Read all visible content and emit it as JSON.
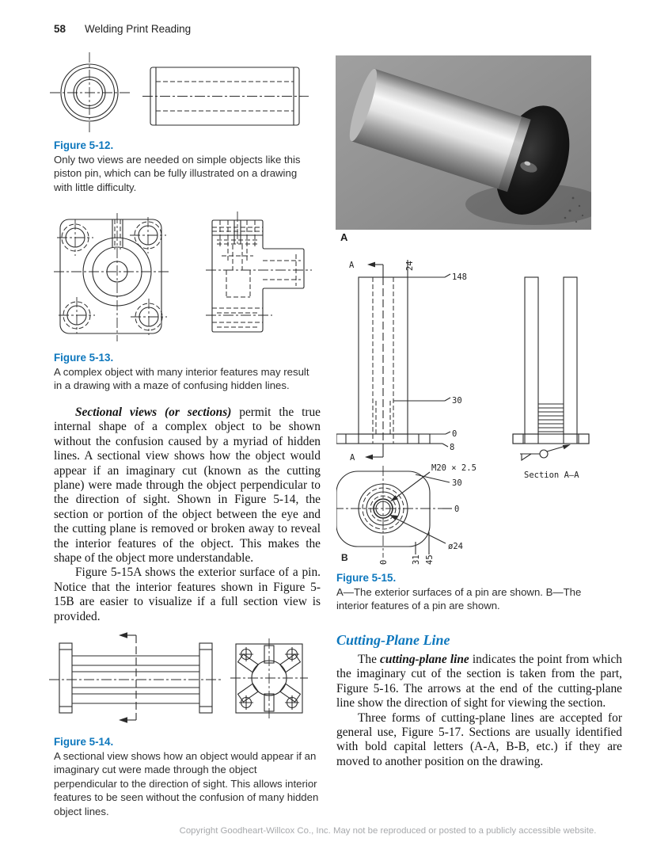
{
  "page": {
    "number": "58",
    "running_title": "Welding Print Reading",
    "footer": "Copyright Goodheart-Willcox Co., Inc. May not be reproduced or posted to a publicly accessible website."
  },
  "colors": {
    "accent_blue": "#0d77bd",
    "body_text": "#141414",
    "footer_gray": "#a7a9ac"
  },
  "figure_5_12": {
    "label": "Figure 5-12.",
    "caption": "Only two views are needed on simple objects like this piston pin, which can be fully illustrated on a drawing with little difficulty."
  },
  "figure_5_13": {
    "label": "Figure 5-13.",
    "caption": "A complex object with many interior features may result in a drawing with a maze of confusing hidden lines."
  },
  "figure_5_14": {
    "label": "Figure 5-14.",
    "caption": "A sectional view shows how an object would appear if an imaginary cut were made through the object perpendicular to the direction of sight. This allows interior features to be seen without the confusion of many hidden object lines."
  },
  "figure_5_15": {
    "label": "Figure 5-15.",
    "caption": "A—The exterior surfaces of a pin are shown. B—The interior features of a pin are shown.",
    "photo_label": "A",
    "drawing_label": "B",
    "section_title": "Section A–A",
    "cutting_plane_letter": "A",
    "dimensions": {
      "length": "148",
      "diameter": "24",
      "thread_depth": "30",
      "datum_top": "0",
      "flange_thickness": "8",
      "thread_callout": "M20 × 2.5",
      "counterbore": "30",
      "center_datum": "0",
      "dia_callout": "ø24",
      "ord_zero": "0",
      "ord_31": "31",
      "ord_45": "45"
    }
  },
  "body_left": {
    "p1_lead": "Sectional views (or sections)",
    "p1_text": " permit the true internal shape of a complex object to be shown without the confusion caused by a myriad of hidden lines. A sectional view shows how the object would appear if an imaginary cut (known as the cutting plane) were made through the object perpendicular to the direction of sight. Shown in Figure 5-14, the section or portion of the object between the eye and the cutting plane is removed or broken away to reveal the interior features of the object. This makes the shape of the object more understandable.",
    "p2_text": "Figure 5-15A shows the exterior surface of a pin. Notice that the interior features shown in Figure 5-15B are easier to visualize if a full section view is provided."
  },
  "section_right": {
    "heading": "Cutting-Plane Line",
    "p1_pre": "The ",
    "p1_bold": "cutting-plane line",
    "p1_post": " indicates the point from which the imaginary cut of the section is taken from the part, Figure 5-16. The arrows at the end of the cutting-plane line show the direction of sight for viewing the section.",
    "p2_text": "Three forms of cutting-plane lines are accepted for general use, Figure 5-17. Sections are usually identified with bold capital letters (A-A, B-B, etc.) if they are moved to another position on the drawing."
  }
}
